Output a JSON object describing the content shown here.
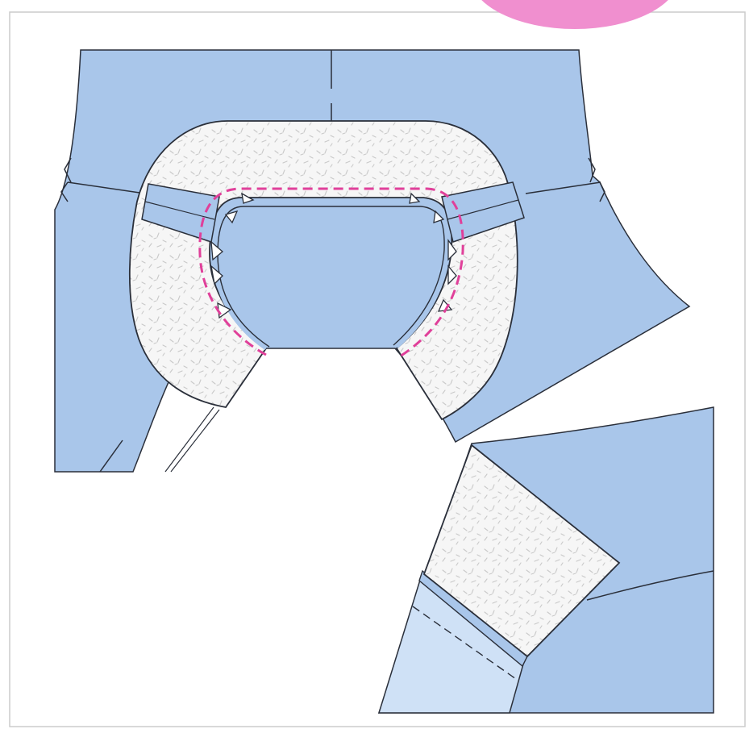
{
  "diagram": {
    "kind": "sewing-illustration",
    "subject": "neckline-facing",
    "views": [
      "neckline-facing-main-view",
      "facing-detail-inset"
    ]
  },
  "colors": {
    "fabric": "#a9c6ea",
    "fabric_light": "#cfe1f6",
    "facing": "#f6f6f6",
    "facing_fleck": "#c9c9c9",
    "outline": "#2a2f3a",
    "stitch_line": "#e0409a",
    "badge": "#f08fcf",
    "border": "#cccccc"
  },
  "icons": [
    "pink-badge-icon"
  ]
}
